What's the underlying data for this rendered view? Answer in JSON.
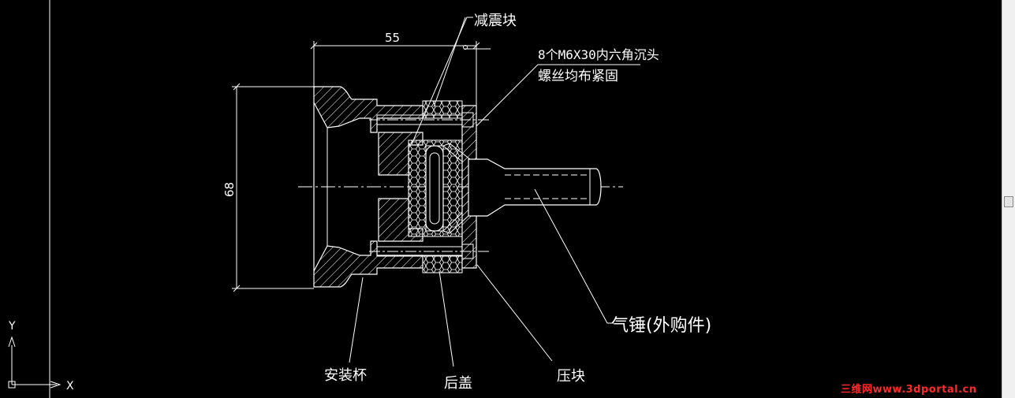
{
  "labels": {
    "damper": "减震块",
    "dim_width": "55",
    "dim_height": "68",
    "screw_line1": "8个M6X30内六角沉头",
    "screw_line2": "螺丝均布紧固",
    "hammer": "气锤(外购件)",
    "cup": "安装杯",
    "rear_cover": "后盖",
    "press_block": "压块"
  },
  "ucs": {
    "x_axis": "X",
    "y_axis": "Y"
  },
  "watermark": "三维网www.3dportal.cn",
  "colors": {
    "background": "#000000",
    "lines": "#ffffff",
    "watermark": "#ff2a2a"
  }
}
